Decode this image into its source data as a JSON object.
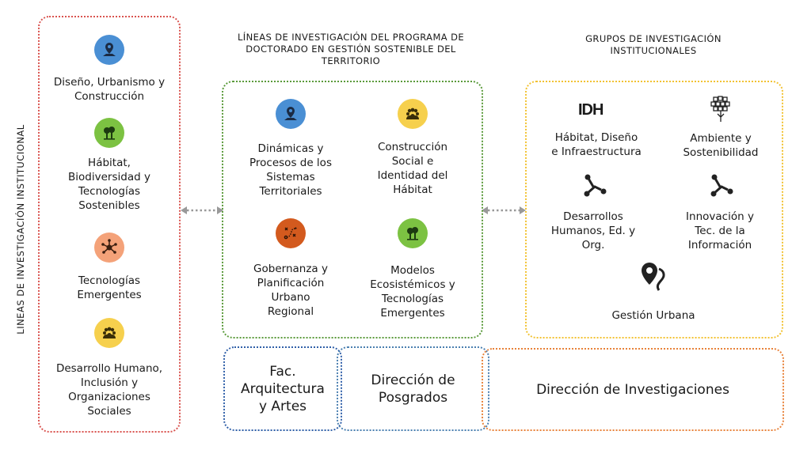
{
  "left_panel": {
    "title": "LINEAS DE INVESTIGACIÓN INSTITUCIONAL",
    "items": [
      {
        "label": "Diseño, Urbanismo y\nConstrucción",
        "icon": "map-pin-icon",
        "color": "#4a8fd4"
      },
      {
        "label": "Hábitat,\nBiodiversidad y\nTecnologías\nSostenibles",
        "icon": "trees-icon",
        "color": "#7cc242"
      },
      {
        "label": "Tecnologías\nEmergentes",
        "icon": "network-icon",
        "color": "#f4a279"
      },
      {
        "label": "Desarrollo Humano,\nInclusión y\nOrganizaciones\nSociales",
        "icon": "people-icon",
        "color": "#f6d04d"
      }
    ],
    "border_color": "#d9534f"
  },
  "center_panel": {
    "title": "LÍNEAS DE INVESTIGACIÓN DEL PROGRAMA DE\nDOCTORADO EN GESTIÓN SOSTENIBLE DEL\nTERRITORIO",
    "items": [
      {
        "label": "Dinámicas y\nProcesos de los\nSistemas\nTerritoriales",
        "icon": "map-pin-icon",
        "color": "#4a8fd4"
      },
      {
        "label": "Construcción\nSocial e\nIdentidad del\nHábitat",
        "icon": "people-icon",
        "color": "#f6d04d"
      },
      {
        "label": "Gobernanza y\nPlanificación\nUrbano\nRegional",
        "icon": "strategy-icon",
        "color": "#d35a1e"
      },
      {
        "label": "Modelos\nEcosistémicos y\nTecnologías\nEmergentes",
        "icon": "trees-icon",
        "color": "#7cc242"
      }
    ],
    "border_color": "#5a9a3a"
  },
  "right_panel": {
    "title": "GRUPOS DE INVESTIGACIÓN\nINSTITUCIONALES",
    "groups": [
      {
        "label": "Hábitat, Diseño\ne Infraestructura",
        "icon": "idh-logo-icon",
        "logo_text": "IDH"
      },
      {
        "label": "Ambiente y\nSostenibilidad",
        "icon": "tree-circuit-icon"
      },
      {
        "label": "Desarrollos\nHumanos, Ed. y\nOrg.",
        "icon": "route-icon"
      },
      {
        "label": "Innovación y\nTec. de la\nInformación",
        "icon": "route-icon"
      },
      {
        "label": "Gestión Urbana",
        "icon": "location-road-icon"
      }
    ],
    "border_color": "#f2c232"
  },
  "bottom_boxes": [
    {
      "label": "Fac.\nArquitectura\ny Artes",
      "border_color": "#2f5fa8"
    },
    {
      "label": "Dirección de\nPosgrados",
      "border_color": "#4a7fb0"
    },
    {
      "label": "Dirección de Investigaciones",
      "border_color": "#e8823a"
    }
  ],
  "connector_color": "#999999"
}
